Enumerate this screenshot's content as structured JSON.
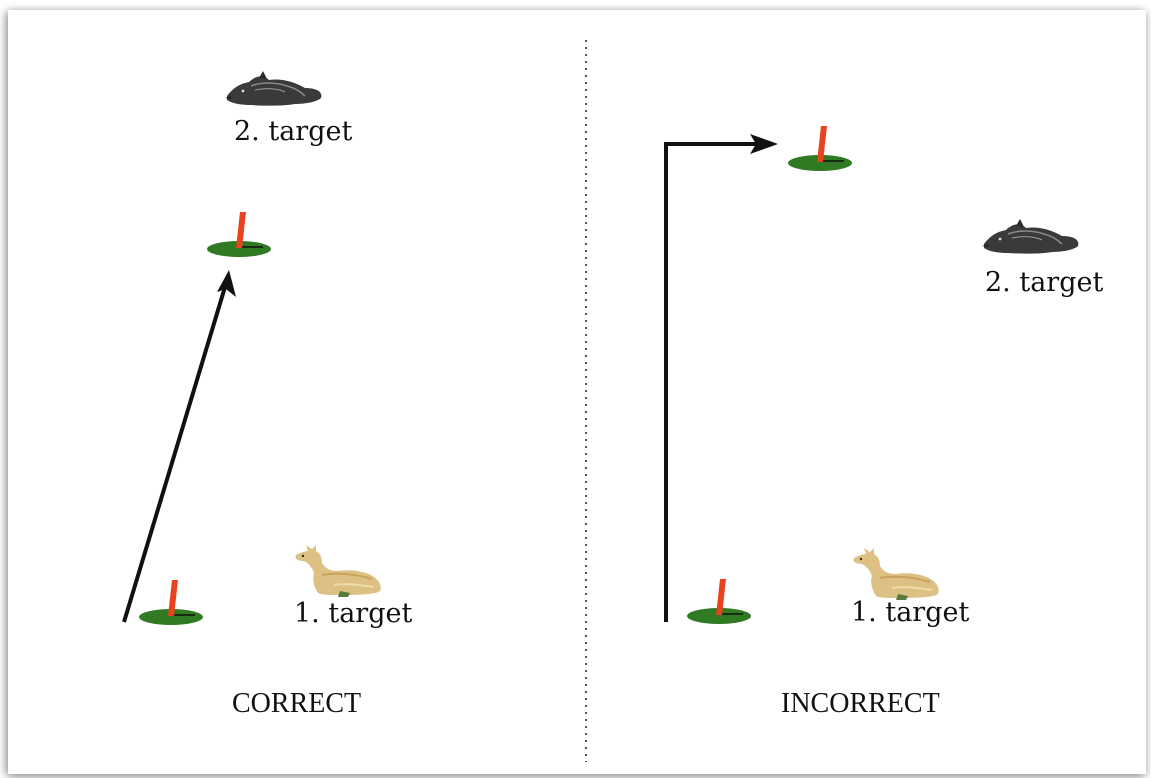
{
  "panels": [
    {
      "id": "correct",
      "verdict": "CORRECT",
      "target1_label": "1. target",
      "target2_label": "2. target"
    },
    {
      "id": "incorrect",
      "verdict": "INCORRECT",
      "target1_label": "1. target",
      "target2_label": "2. target"
    }
  ],
  "colors": {
    "peg_green": "#2f7a22",
    "peg_red": "#e8431f",
    "arrow": "#111111",
    "divider": "#555555"
  },
  "icons": [
    "boar-icon",
    "deer-icon",
    "shooting-peg-icon",
    "arrow"
  ]
}
